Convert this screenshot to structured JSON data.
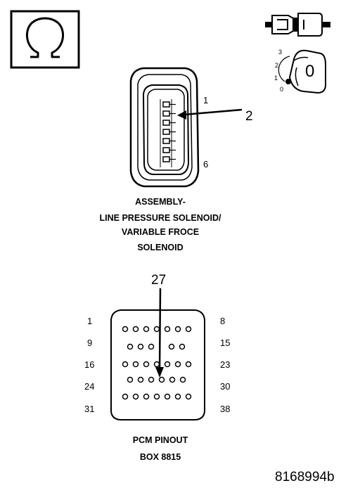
{
  "connector": {
    "pin_first": "1",
    "pin_last": "6",
    "callout": "2",
    "caption_lines": [
      "ASSEMBLY-",
      "LINE PRESSURE SOLENOID/",
      "VARIABLE FROCE",
      "SOLENOID"
    ]
  },
  "pcm": {
    "callout": "27",
    "left_labels": [
      "1",
      "9",
      "16",
      "24",
      "31"
    ],
    "right_labels": [
      "8",
      "15",
      "23",
      "30",
      "38"
    ],
    "caption_lines": [
      "PCM PINOUT",
      "BOX 8815"
    ]
  },
  "key_dial": {
    "positions": [
      "3",
      "2",
      "1",
      "0"
    ],
    "key_label": "0"
  },
  "figure_id": "8168994b"
}
